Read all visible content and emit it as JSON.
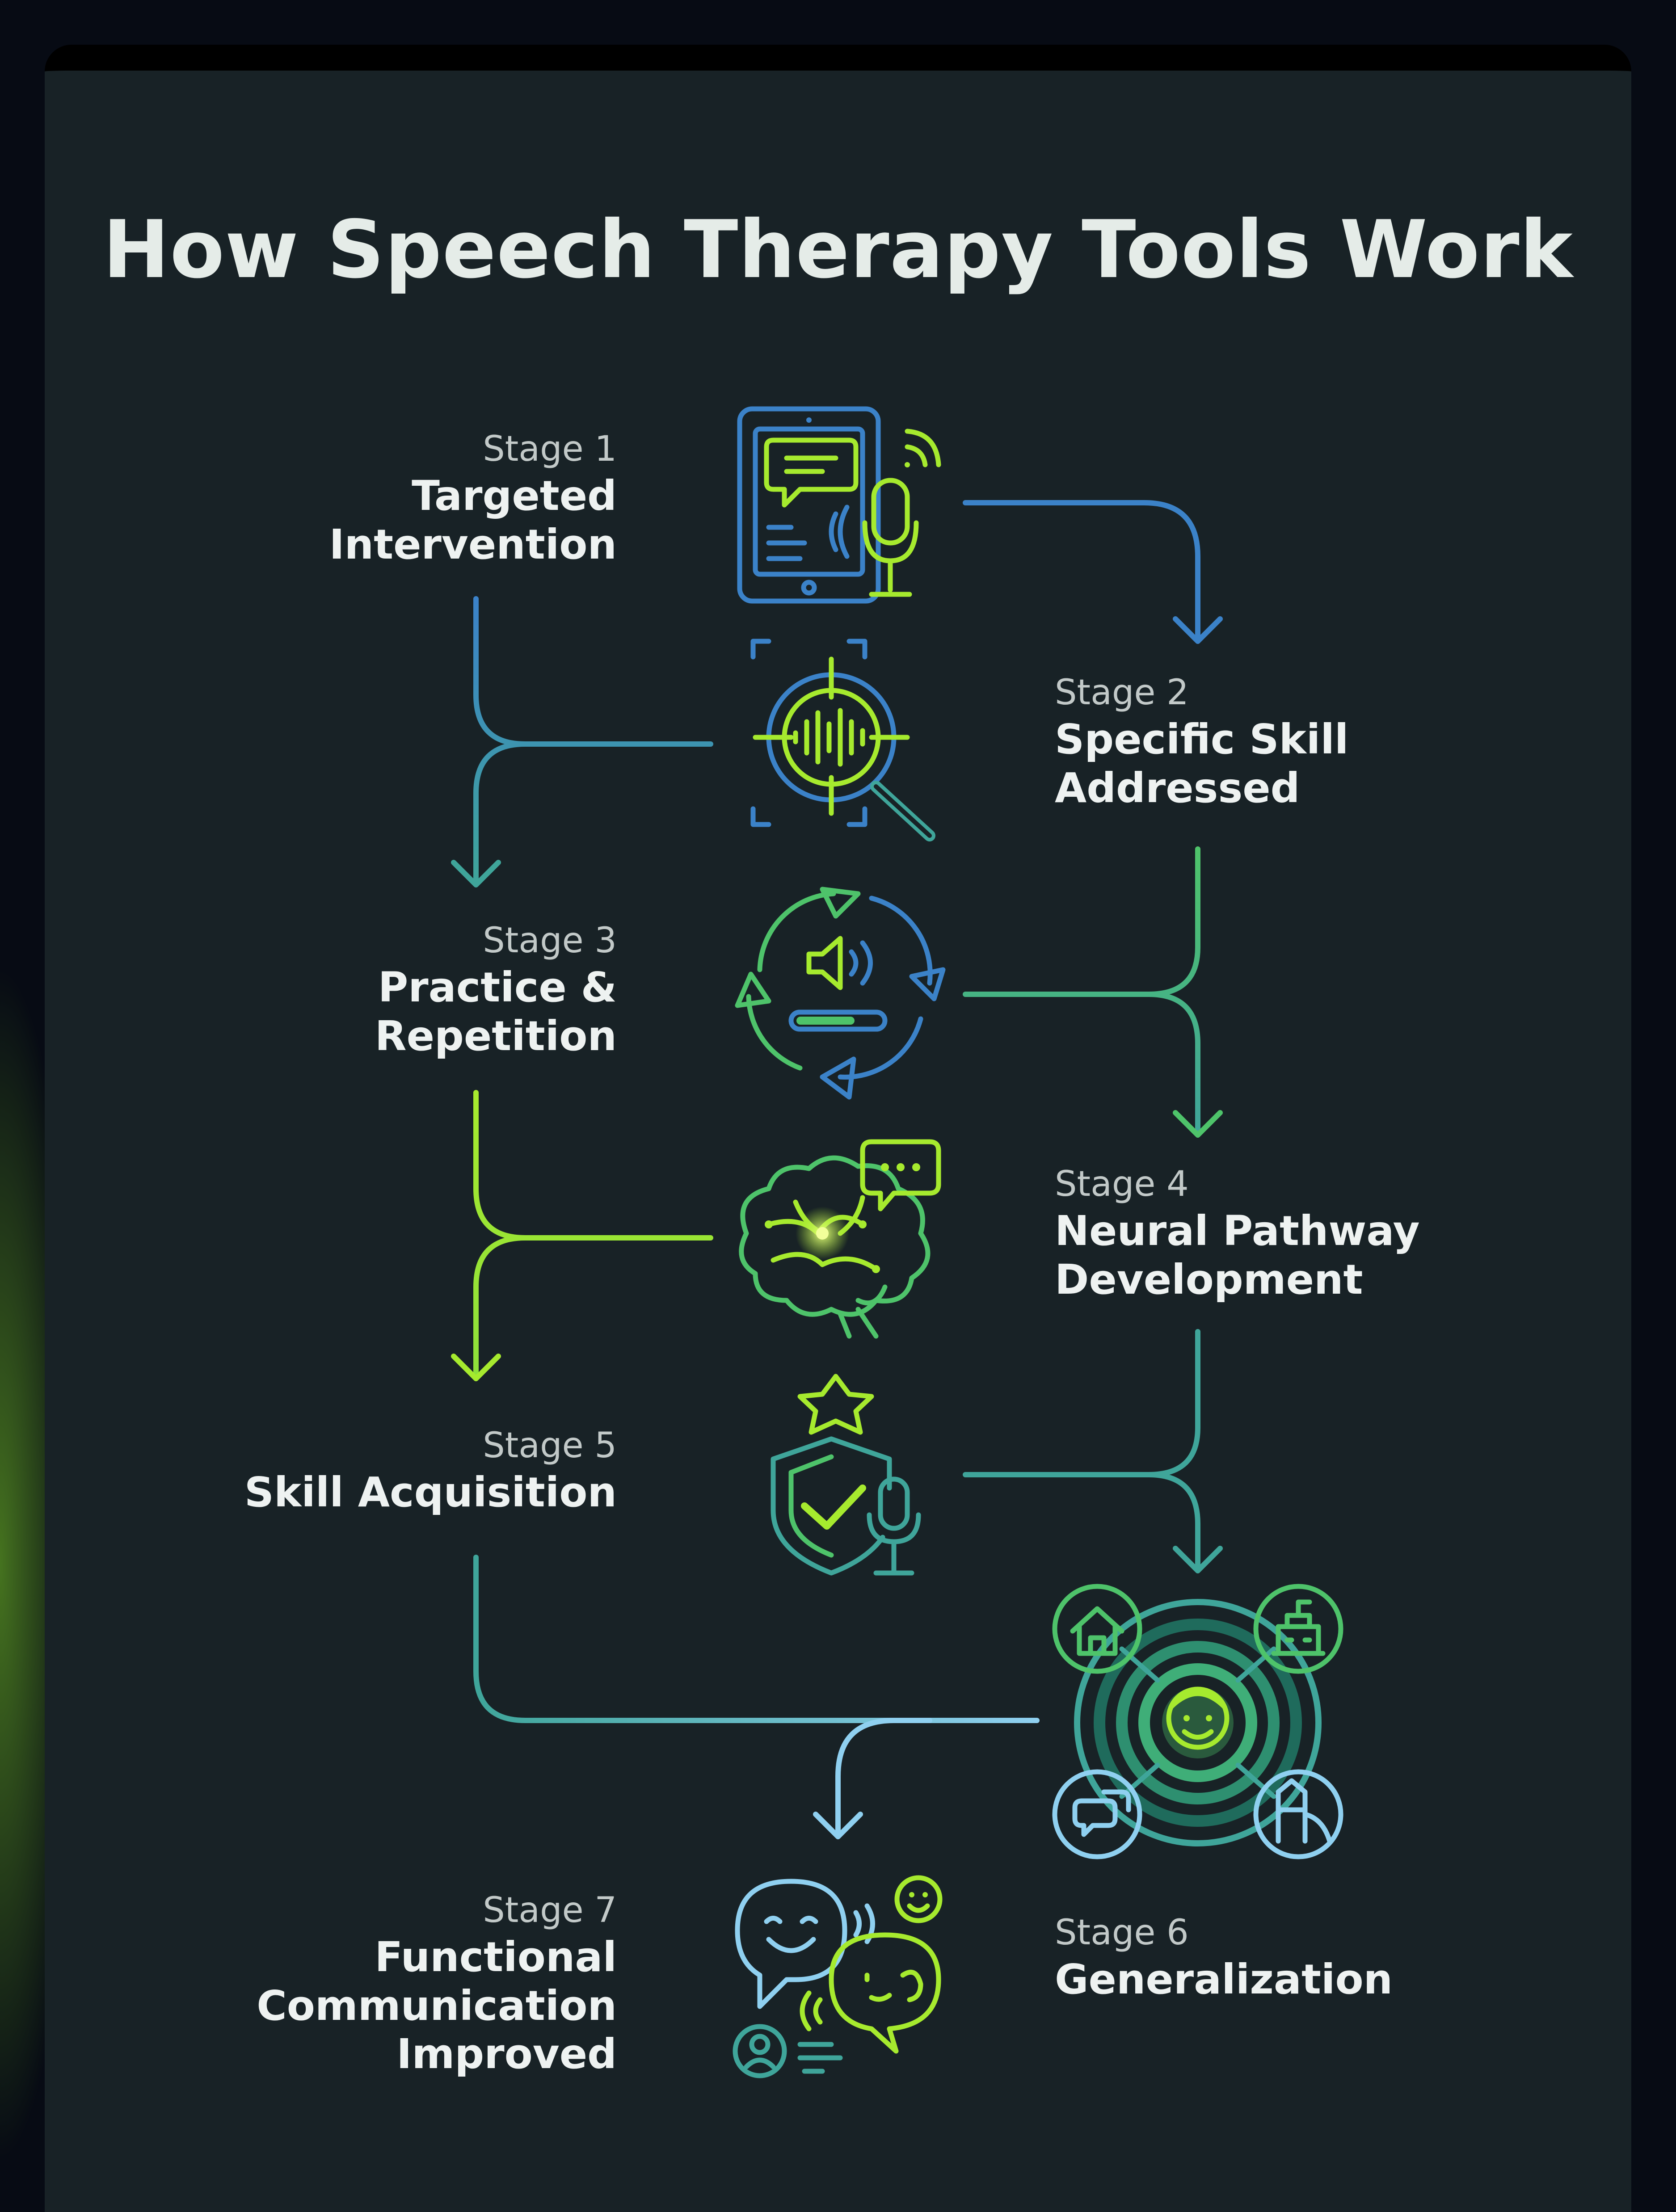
{
  "title": "How Speech Therapy Tools Work",
  "stages": [
    {
      "number": "Stage 1",
      "name": "Targeted\nIntervention",
      "icon": "tablet-microphone-icon"
    },
    {
      "number": "Stage 2",
      "name": "Specific Skill\nAddressed",
      "icon": "soundwave-magnifier-icon"
    },
    {
      "number": "Stage 3",
      "name": "Practice &\nRepetition",
      "icon": "repeat-speaker-icon"
    },
    {
      "number": "Stage 4",
      "name": "Neural Pathway\nDevelopment",
      "icon": "brain-speech-bubble-icon"
    },
    {
      "number": "Stage 5",
      "name": "Skill Acquisition",
      "icon": "shield-check-microphone-icon"
    },
    {
      "number": "Stage 6",
      "name": "Generalization",
      "icon": "person-environments-icon"
    },
    {
      "number": "Stage 7",
      "name": "Functional\nCommunication\nImproved",
      "icon": "conversation-faces-icon"
    }
  ],
  "colors": {
    "background": "#070b14",
    "card": "#182226",
    "blue": "#3b82c8",
    "teal": "#3fa59a",
    "green": "#4ec36a",
    "lime": "#a6ea2e",
    "light_blue": "#8fd0f0"
  }
}
